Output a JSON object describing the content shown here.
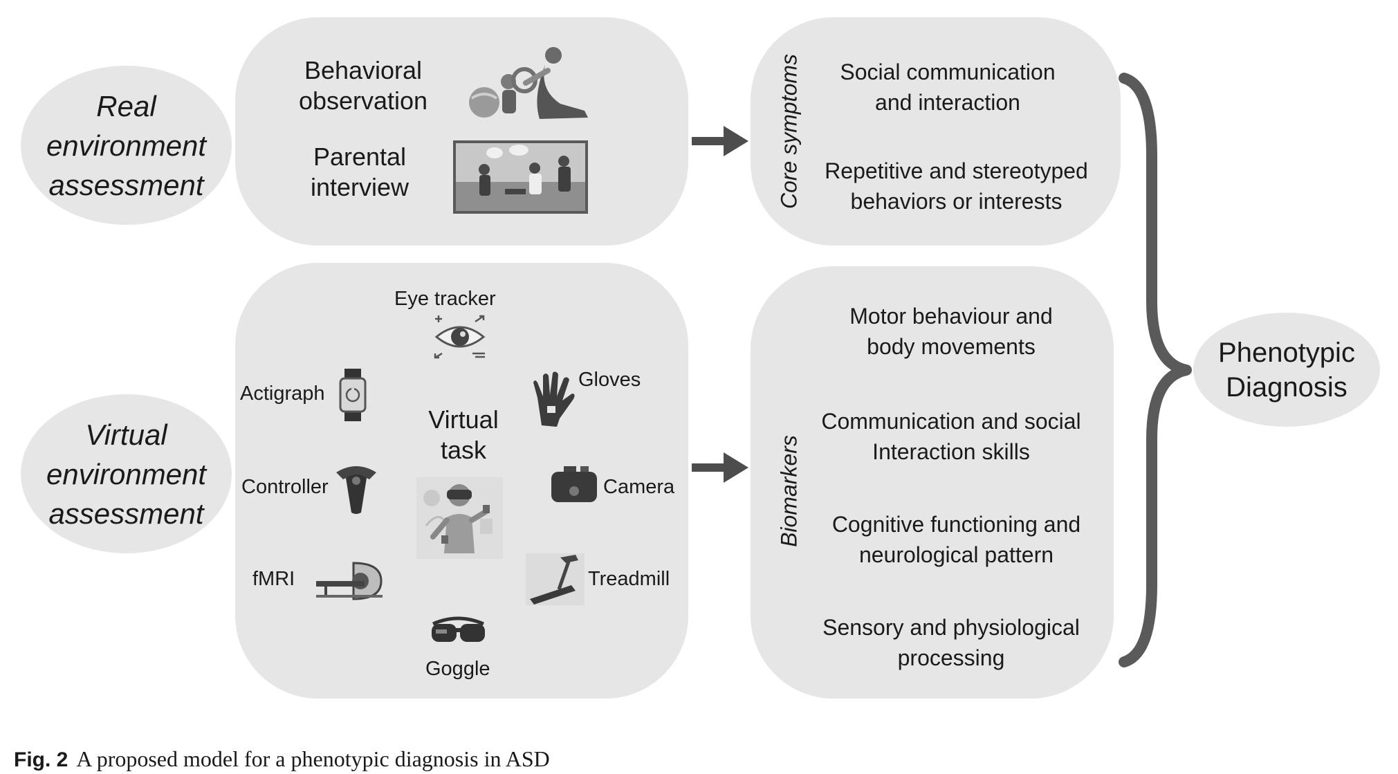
{
  "real_env": {
    "line1": "Real",
    "line2": "environment",
    "line3": "assessment"
  },
  "virtual_env": {
    "line1": "Virtual",
    "line2": "environment",
    "line3": "assessment"
  },
  "real_methods": {
    "behavioral_line1": "Behavioral",
    "behavioral_line2": "observation",
    "parental_line1": "Parental",
    "parental_line2": "interview"
  },
  "virtual_task": {
    "center_line1": "Virtual",
    "center_line2": "task",
    "devices": {
      "eye_tracker": "Eye tracker",
      "gloves": "Gloves",
      "actigraph": "Actigraph",
      "controller": "Controller",
      "camera": "Camera",
      "fmri": "fMRI",
      "treadmill": "Treadmill",
      "goggle": "Goggle"
    }
  },
  "core_symptoms": {
    "label": "Core symptoms",
    "item1_line1": "Social communication",
    "item1_line2": "and interaction",
    "item2_line1": "Repetitive and stereotyped",
    "item2_line2": "behaviors or interests"
  },
  "biomarkers": {
    "label": "Biomarkers",
    "item1_line1": "Motor behaviour and",
    "item1_line2": "body movements",
    "item2_line1": "Communication and social",
    "item2_line2": "Interaction skills",
    "item3_line1": "Cognitive functioning and",
    "item3_line2": "neurological pattern",
    "item4_line1": "Sensory and physiological",
    "item4_line2": "processing"
  },
  "phenotypic": {
    "line1": "Phenotypic",
    "line2": "Diagnosis"
  },
  "caption": {
    "fig_label": "Fig. 2",
    "text": "A proposed model for a phenotypic diagnosis in ASD"
  }
}
